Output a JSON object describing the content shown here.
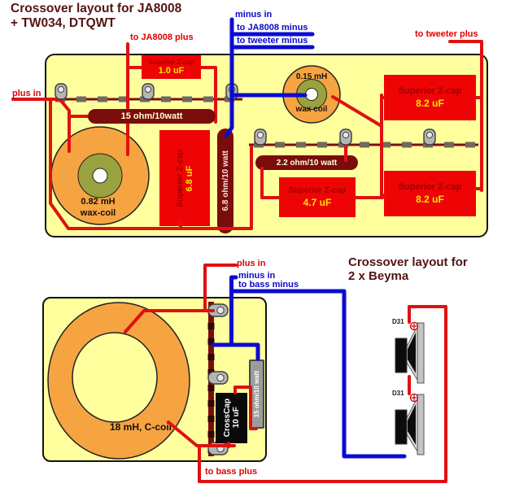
{
  "titles": {
    "main_line1": "Crossover layout for JA8008",
    "main_line2": "+ TW034, DTQWT",
    "beyma_line1": "Crossover layout for",
    "beyma_line2": "2 x Beyma"
  },
  "wire_labels": {
    "plus_in_top": "plus in",
    "to_ja8008_plus": "to JA8008 plus",
    "minus_in_top": "minus in",
    "to_ja8008_minus": "to JA8008 minus",
    "to_tweeter_minus": "to tweeter minus",
    "to_tweeter_plus": "to tweeter plus",
    "plus_in_bottom": "plus in",
    "minus_in_bottom": "minus in",
    "to_bass_minus": "to bass minus",
    "to_bass_plus": "to bass plus"
  },
  "top_board": {
    "capacitors": [
      {
        "name": "Superior Z-cap",
        "value": "1.0 uF"
      },
      {
        "name": "Superior Z-cap",
        "value": "6.8 uF"
      },
      {
        "name": "Superior Z-cap",
        "value": "4.7 uF"
      },
      {
        "name": "Superior Z-cap",
        "value": "8.2 uF"
      },
      {
        "name": "Superior Z-cap",
        "value": "8.2 uF"
      }
    ],
    "resistors": [
      {
        "label": "15 ohm/10watt"
      },
      {
        "label": "6.8 ohm/10 watt"
      },
      {
        "label": "2.2 ohm/10 watt"
      }
    ],
    "coils": [
      {
        "value": "0.82 mH",
        "type": "wax-coil"
      },
      {
        "value": "0.15 mH",
        "type": "wax coil"
      }
    ]
  },
  "bottom_board": {
    "coil_label": "18 mH, C-coil",
    "capacitor": {
      "name": "CrossCap",
      "value": "10 uF"
    },
    "resistor_label": "15 ohm/10 watt"
  },
  "beyma": {
    "speaker1_label": "D31",
    "speaker2_label": "D31"
  },
  "colors": {
    "wire_red": "#e01010",
    "wire_blue": "#0b0bd0",
    "board_yellow": "#ffff9e",
    "component_red": "#ee0404",
    "component_dark_red": "#7b0c0c",
    "cap_name_text": "#9b0000",
    "cap_value_text": "#ffe400",
    "coil_orange": "#f6a441",
    "coil_olive": "#9aa23f",
    "label_red": "#e00000",
    "label_blue": "#0808cc",
    "title_maroon": "#541414"
  }
}
